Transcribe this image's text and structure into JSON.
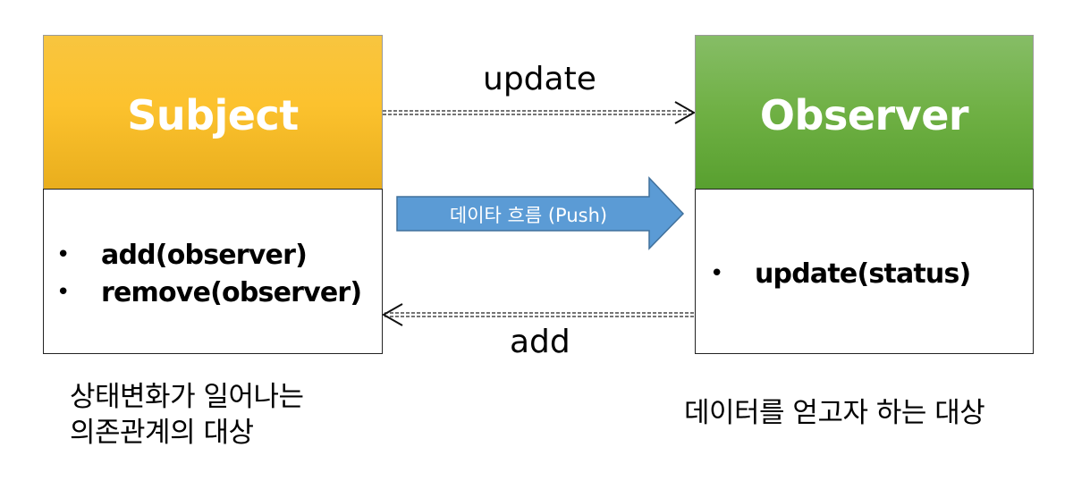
{
  "subject": {
    "title": "Subject",
    "methods": [
      "add(observer)",
      "remove(observer)"
    ],
    "caption_line1": "상태변화가 일어나는",
    "caption_line2": "의존관계의 대상"
  },
  "observer": {
    "title": "Observer",
    "methods": [
      "update(status)"
    ],
    "caption": "데이터를 얻고자 하는 대상"
  },
  "arrows": {
    "update_label": "update",
    "add_label": "add",
    "push_label": "데이타 흐름 (Push)"
  },
  "bullet_char": "•",
  "colors": {
    "subject_header": "#fcc22e",
    "observer_header": "#6fb044",
    "push_arrow": "#5b9bd5",
    "title_text": "#ffffff"
  }
}
